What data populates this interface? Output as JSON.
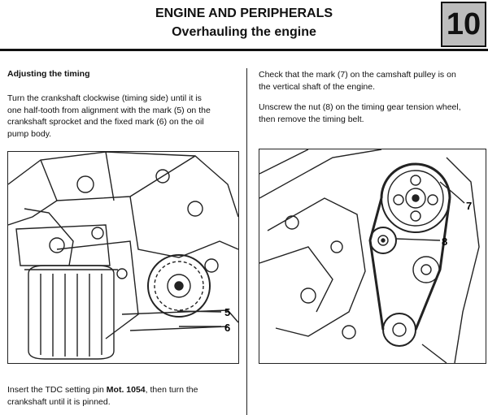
{
  "header": {
    "title": "ENGINE AND PERIPHERALS",
    "subtitle": "Overhauling the engine",
    "section_number": "10"
  },
  "left": {
    "heading": "Adjusting the timing",
    "para1_lines": [
      "Turn the crankshaft clockwise (timing side) until it is",
      "one half-tooth from alignment with the mark (5) on the",
      "crankshaft sprocket and the fixed mark (6) on the oil",
      "pump body."
    ],
    "para2_before": "Insert the TDC setting pin ",
    "para2_bold": "Mot. 1054",
    "para2_after": ", then turn the",
    "para2_line2": "crankshaft until it is pinned.",
    "figure_labels": [
      "5",
      "6"
    ]
  },
  "right": {
    "para1_lines": [
      "Check that the mark (7) on the camshaft pulley is on",
      "the vertical shaft of the engine."
    ],
    "para2_lines": [
      "Unscrew the nut (8) on the timing gear tension wheel,",
      "then remove the timing belt."
    ],
    "figure_labels": [
      "7",
      "8"
    ]
  }
}
